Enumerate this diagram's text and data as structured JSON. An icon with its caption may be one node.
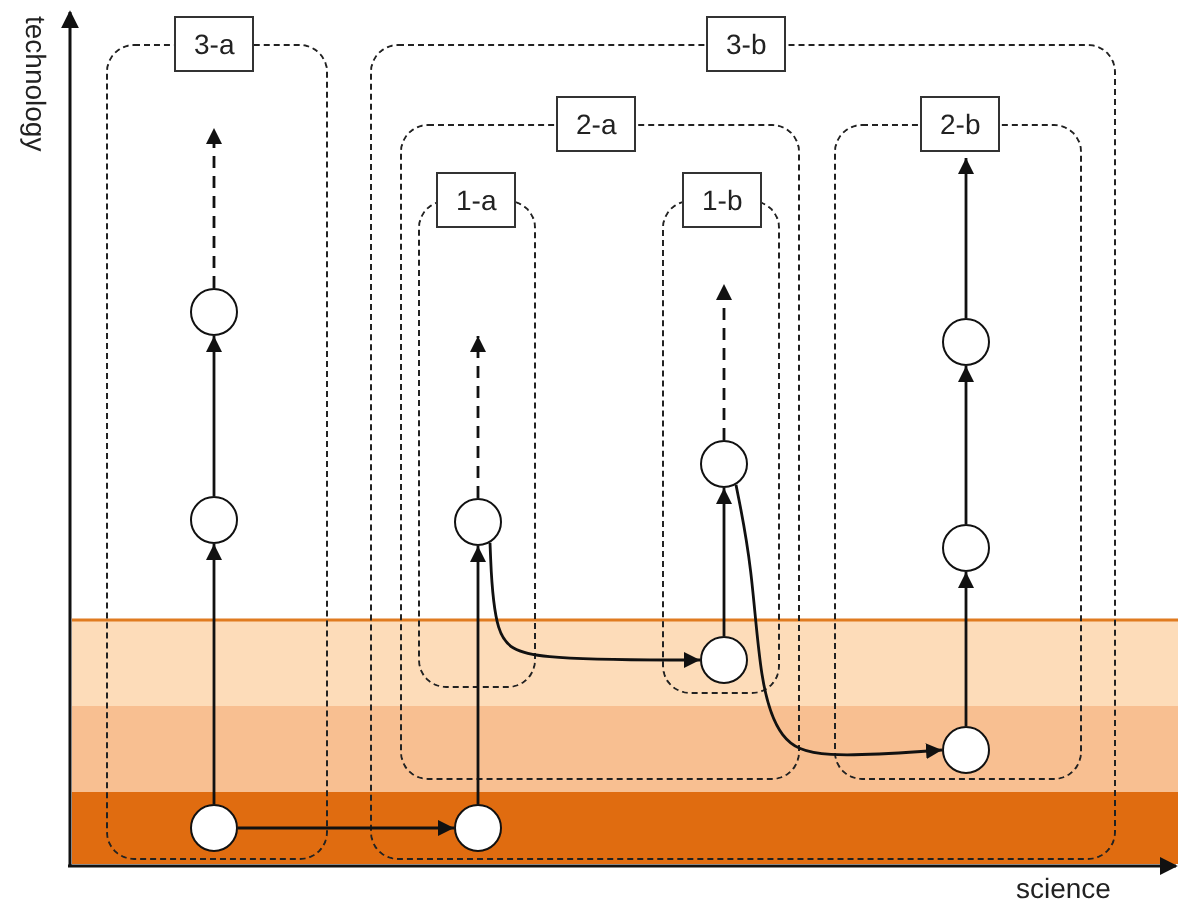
{
  "diagram": {
    "nodes": [
      {
        "text": [
          "3-a"
        ]
      },
      {
        "text": [],
        "shape": "circle",
        "in": 0
      },
      {
        "text": [],
        "shape": "circle",
        "in": 0
      },
      {
        "text": [],
        "shape": "circle",
        "in": 0
      },
      {
        "text": [
          "3-b"
        ]
      },
      {
        "text": [
          "2-a"
        ],
        "in": 4
      },
      {
        "text": [
          "1-a"
        ],
        "in": 5
      },
      {
        "text": [],
        "shape": "circle",
        "in": 6
      },
      {
        "text": [
          "1-b"
        ],
        "in": 5
      },
      {
        "text": [],
        "shape": "circle",
        "in": 8
      },
      {
        "text": [],
        "shape": "circle",
        "in": 8
      },
      {
        "text": [
          "2-b"
        ],
        "in": 4
      },
      {
        "text": [],
        "shape": "circle",
        "in": 11
      },
      {
        "text": [],
        "shape": "circle",
        "in": 11
      },
      {
        "text": [],
        "shape": "circle",
        "in": 11
      },
      {
        "text": [],
        "shape": "circle",
        "in": 4
      }
    ],
    "edges": [
      {
        "from": 3,
        "to": 2,
        "arrow": "to"
      },
      {
        "from": 2,
        "to": 1,
        "arrow": "to"
      },
      {
        "from": 1,
        "to": null,
        "arrow": "to",
        "style": "dashed"
      },
      {
        "from": 3,
        "to": 15,
        "arrow": "to"
      },
      {
        "from": 15,
        "to": 7,
        "arrow": "to"
      },
      {
        "from": 7,
        "to": null,
        "arrow": "to",
        "style": "dashed"
      },
      {
        "from": 7,
        "to": 10,
        "arrow": "to"
      },
      {
        "from": 10,
        "to": 9,
        "arrow": "to"
      },
      {
        "from": 9,
        "to": null,
        "arrow": "to",
        "style": "dashed"
      },
      {
        "from": 9,
        "to": 14,
        "arrow": "to"
      },
      {
        "from": 14,
        "to": 13,
        "arrow": "to"
      },
      {
        "from": 13,
        "to": 12,
        "arrow": "to"
      },
      {
        "from": 12,
        "to": null,
        "arrow": "to"
      }
    ],
    "labels": [
      "technology",
      "science"
    ]
  }
}
